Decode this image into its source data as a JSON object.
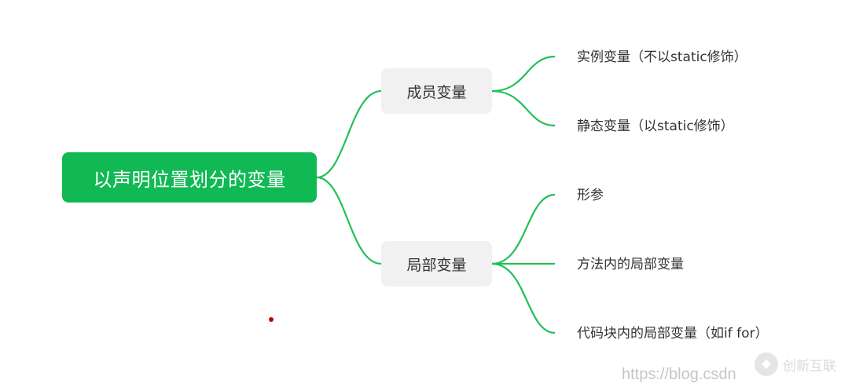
{
  "root": {
    "label": "以声明位置划分的变量"
  },
  "branches": [
    {
      "label": "成员变量",
      "children": [
        "实例变量（不以static修饰）",
        "静态变量（以static修饰）"
      ]
    },
    {
      "label": "局部变量",
      "children": [
        "形参",
        "方法内的局部变量",
        "代码块内的局部变量（如if for）"
      ]
    }
  ],
  "watermark": {
    "url": "https://blog.csdn",
    "logo_text": "创新互联"
  },
  "colors": {
    "root_fill": "#11b955",
    "link_stroke": "#22c058",
    "branch_fill": "#f1f1f1",
    "text": "#333333"
  },
  "icons": [
    "logo-mark-icon"
  ]
}
